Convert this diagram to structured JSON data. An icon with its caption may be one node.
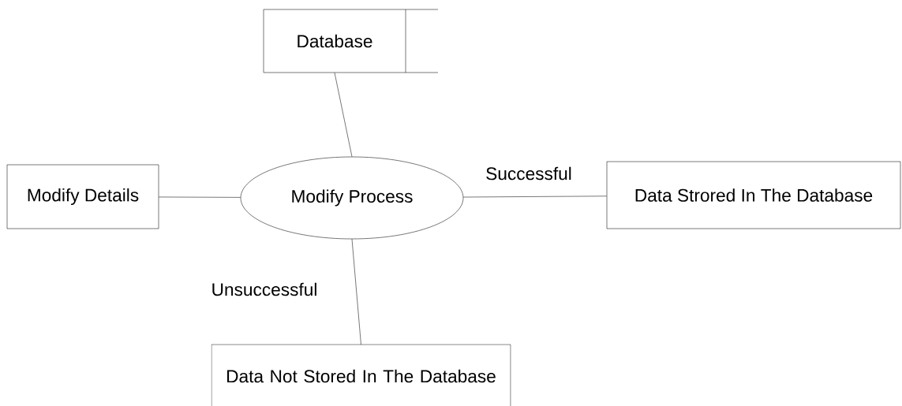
{
  "diagram": {
    "nodes": [
      {
        "text": [
          "Database"
        ]
      },
      {
        "text": [
          "Modify Details"
        ]
      },
      {
        "text": [
          "Modify Process"
        ]
      },
      {
        "text": [
          "Data Strored In The Database"
        ]
      },
      {
        "text": [
          "Data Not Stored In The Database"
        ]
      }
    ],
    "edges": [
      {
        "from": 0,
        "to": 2,
        "arrow": "none"
      },
      {
        "from": 1,
        "to": 2,
        "arrow": "none"
      },
      {
        "from": 2,
        "to": 3,
        "arrow": "none",
        "label": "Successful"
      },
      {
        "from": 2,
        "to": 4,
        "arrow": "none",
        "label": "Unsuccessful"
      }
    ]
  }
}
